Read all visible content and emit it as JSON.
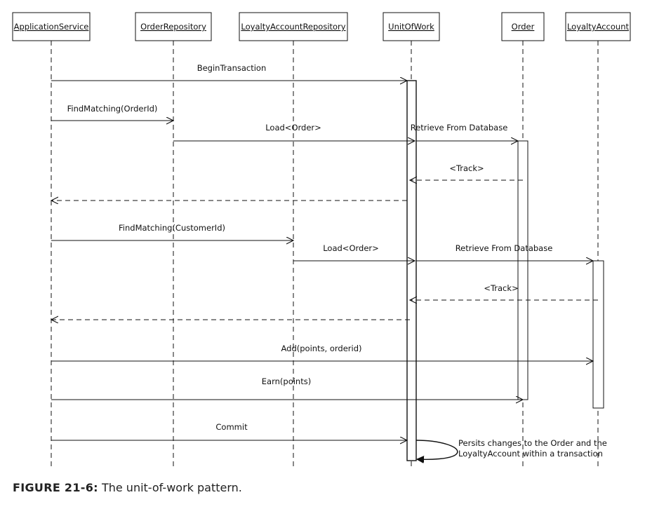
{
  "participants": [
    {
      "id": "app",
      "name": "ApplicationService"
    },
    {
      "id": "orepo",
      "name": "OrderRepository"
    },
    {
      "id": "lrepo",
      "name": "LoyaltyAccountRepository"
    },
    {
      "id": "uow",
      "name": "UnitOfWork"
    },
    {
      "id": "order",
      "name": "Order"
    },
    {
      "id": "loyalty",
      "name": "LoyaltyAccount"
    }
  ],
  "messages": [
    {
      "label": "BeginTransaction"
    },
    {
      "label": "FindMatching(OrderId)"
    },
    {
      "label": "Load<Order>"
    },
    {
      "label": "Retrieve From Database"
    },
    {
      "label": "<Track>"
    },
    {
      "label": ""
    },
    {
      "label": "FindMatching(CustomerId)"
    },
    {
      "label": "Load<Order>"
    },
    {
      "label": "Retrieve From Database"
    },
    {
      "label": "<Track>"
    },
    {
      "label": ""
    },
    {
      "label": "Add(points, orderid)"
    },
    {
      "label": "Earn(points)"
    },
    {
      "label": "Commit"
    }
  ],
  "self_note": {
    "line1": "Persits changes to the Order and the",
    "line2": "LoyaltyAccount within a transaction"
  },
  "caption": {
    "figure": "FIGURE 21-6:",
    "text": " The unit-of-work pattern."
  }
}
